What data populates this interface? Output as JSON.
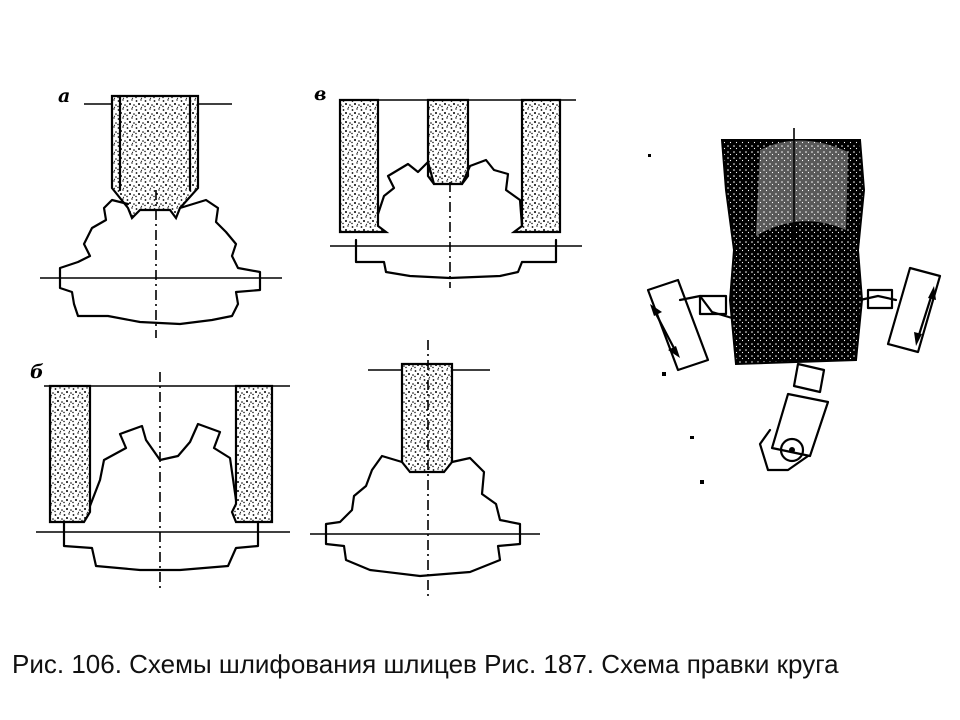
{
  "figure_labels": {
    "a": "а",
    "b": "б",
    "v": "в"
  },
  "caption": {
    "text": "Рис. 106. Схемы шлифования шлицев Рис. 187. Схема правки круга"
  },
  "colors": {
    "ink": "#000000",
    "background": "#ffffff"
  }
}
